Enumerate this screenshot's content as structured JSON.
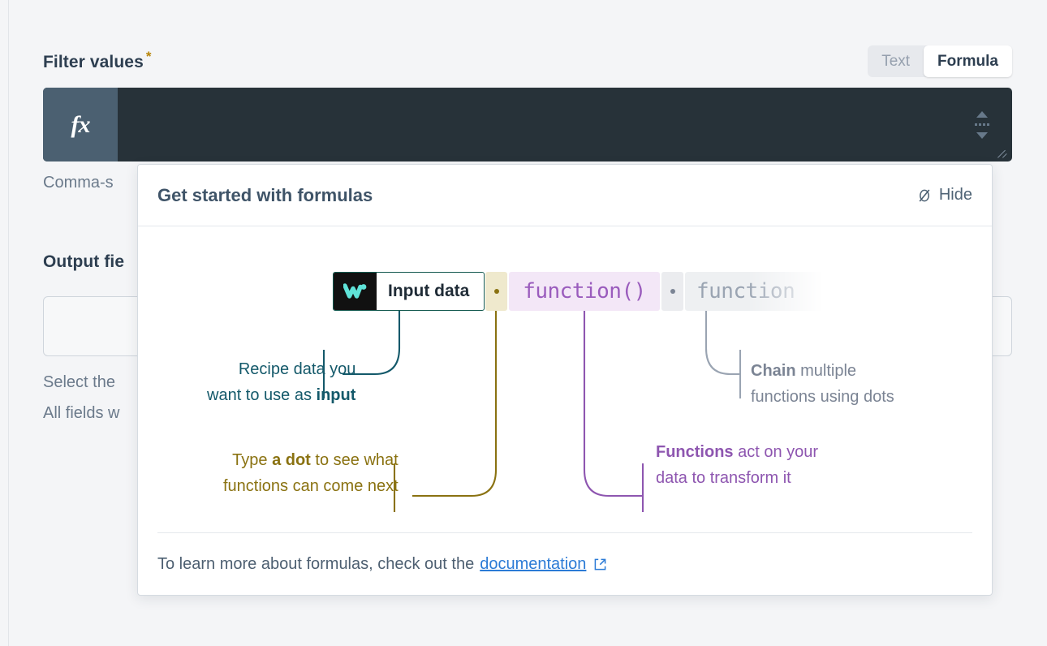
{
  "form": {
    "filter_field": {
      "label": "Filter values",
      "required_marker": "*",
      "helper_text": "Comma-s",
      "editor": {
        "fx_icon": "fx",
        "value": "",
        "expand_handle_icon": "expand-collapse-handle",
        "resize_icon": "resize-corner"
      },
      "mode_toggle": {
        "options": [
          "Text",
          "Formula"
        ],
        "selected": "Formula"
      }
    },
    "output_field": {
      "label": "Output fie",
      "required_marker": "",
      "value": "",
      "helper_line_1": "Select the",
      "helper_line_2": "All fields w"
    }
  },
  "popover": {
    "title": "Get started with formulas",
    "hide_button": {
      "label": "Hide",
      "icon": "eye-slash-icon"
    },
    "diagram": {
      "chips": [
        {
          "id": "input-data",
          "text": "Input data",
          "logo_icon": "workato-logo-icon",
          "color": "#14594f"
        },
        {
          "id": "dot-1",
          "text": ".",
          "color": "#8a7211"
        },
        {
          "id": "function-1",
          "text": "function()",
          "color": "#9a5cbd"
        },
        {
          "id": "dot-2",
          "text": ".",
          "color": "#7b8494"
        },
        {
          "id": "function-2",
          "text": "function",
          "color": "#9aa4b2"
        }
      ],
      "annotations": [
        {
          "id": "input",
          "line_1_prefix": "Recipe data you",
          "line_2_prefix": "want to use as ",
          "line_2_bold": "input",
          "color": "#14596a"
        },
        {
          "id": "dot",
          "line_1_prefix": "Type ",
          "line_1_bold": "a dot",
          "line_1_suffix": " to see what",
          "line_2_prefix": "functions can come next",
          "color": "#8a7211"
        },
        {
          "id": "functions",
          "line_1_bold": "Functions",
          "line_1_suffix": " act on your",
          "line_2_prefix": "data to transform it",
          "color": "#8e56b0"
        },
        {
          "id": "chain",
          "line_1_bold": "Chain",
          "line_1_suffix": " multiple",
          "line_2_prefix": "functions using dots",
          "color": "#7b8494"
        }
      ]
    },
    "footer": {
      "text": "To learn more about formulas, check out the",
      "link_label": "documentation",
      "link_icon": "external-link-icon"
    }
  },
  "colors": {
    "page_background": "#f4f5f7",
    "editor_background": "#273239",
    "fx_gutter": "#4b6071",
    "accent_teal": "#14594f",
    "accent_olive": "#8a7211",
    "accent_purple": "#9a5cbd",
    "accent_gray": "#7b8494",
    "link_blue": "#2b7bd6",
    "logo_cyan": "#5fe3d8"
  }
}
